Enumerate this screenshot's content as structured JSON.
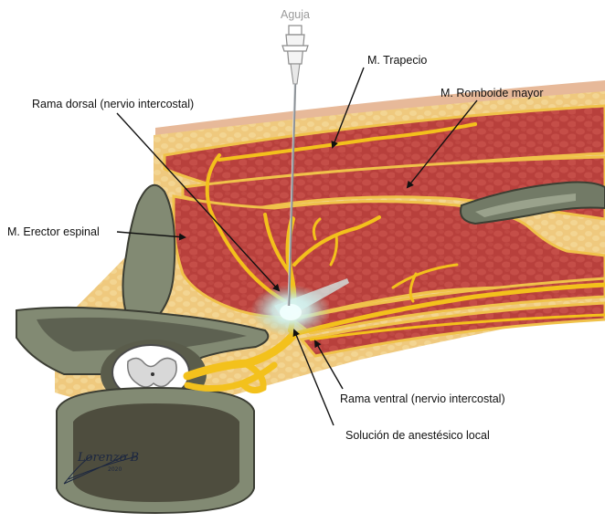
{
  "labels": {
    "needle": "Aguja",
    "trapezius": "M. Trapecio",
    "rhomboid": "M. Romboide mayor",
    "dorsal_ramus": "Rama dorsal (nervio intercostal)",
    "erector": "M. Erector espinal",
    "ventral_ramus": "Rama ventral (nervio intercostal)",
    "anesthetic": "Solución de anestésico local"
  },
  "signature": {
    "name": "Lorenzo B",
    "year": "2020"
  },
  "colors": {
    "skin": "#e7b999",
    "fat": "#f1cf86",
    "muscle": "#b33a37",
    "muscle_light": "#c8504a",
    "nerve": "#f3c11c",
    "bone": "#828a73",
    "bone_dark": "#4e4d3e",
    "anesthetic": "#d3f1ef"
  }
}
